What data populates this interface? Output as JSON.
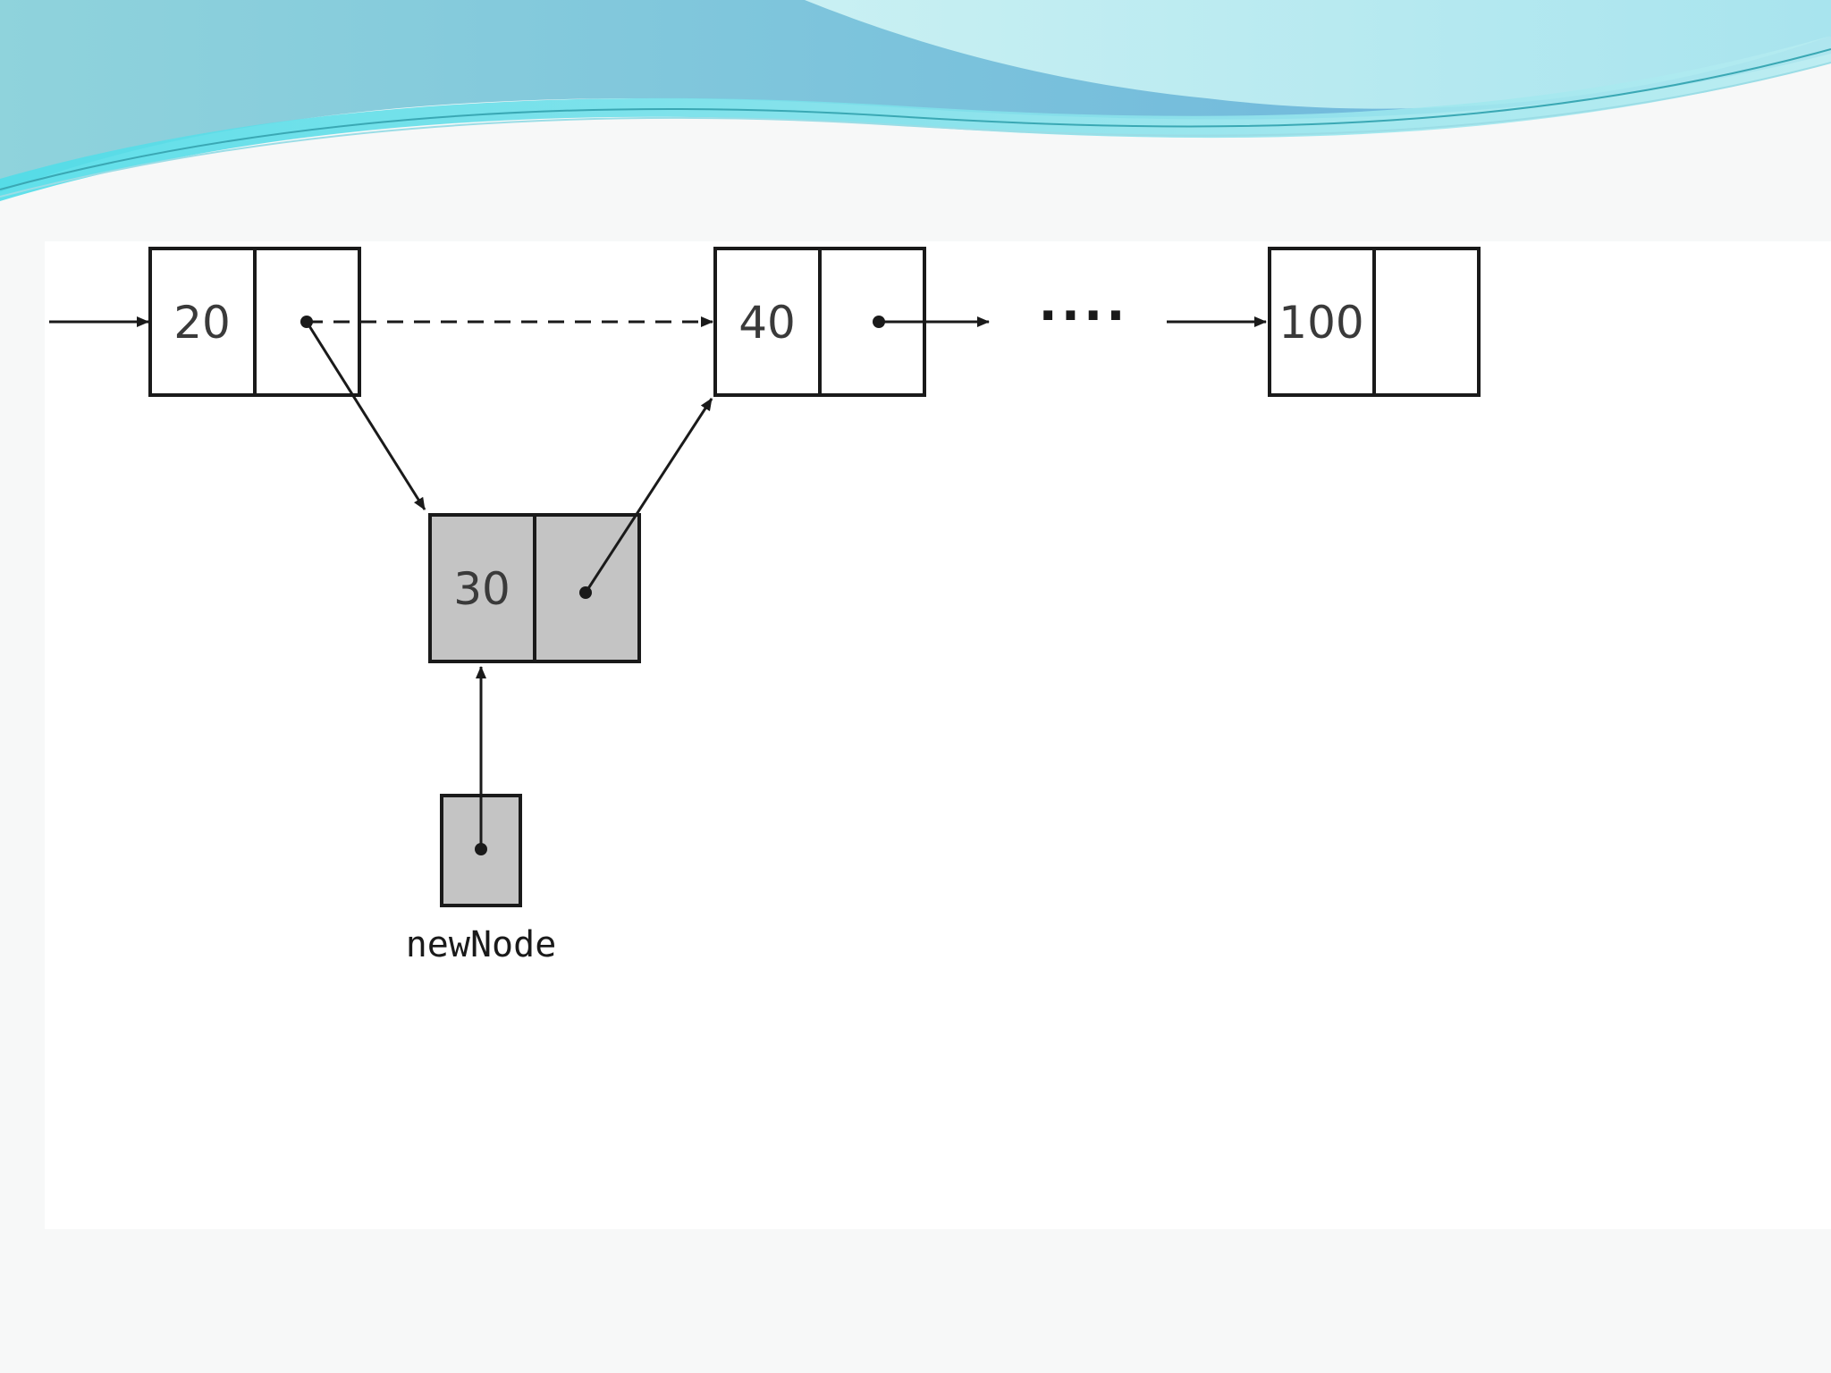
{
  "diagram": {
    "nodes": [
      {
        "id": "node-20",
        "value": "20",
        "highlighted": false
      },
      {
        "id": "node-40",
        "value": "40",
        "highlighted": false
      },
      {
        "id": "node-100",
        "value": "100",
        "highlighted": false
      },
      {
        "id": "node-30",
        "value": "30",
        "highlighted": true
      }
    ],
    "pointer_variable": {
      "label": "newNode"
    },
    "ellipsis": "····",
    "edges": [
      {
        "from": "head",
        "to": "node-20",
        "style": "solid"
      },
      {
        "from": "node-20",
        "to": "node-40",
        "style": "dashed"
      },
      {
        "from": "node-20",
        "to": "node-30",
        "style": "solid"
      },
      {
        "from": "node-30",
        "to": "node-40",
        "style": "solid"
      },
      {
        "from": "node-40",
        "to": "ellipsis",
        "style": "solid"
      },
      {
        "from": "ellipsis",
        "to": "node-100",
        "style": "solid"
      },
      {
        "from": "newNode",
        "to": "node-30",
        "style": "solid"
      }
    ],
    "colors": {
      "node_fill": "#ffffff",
      "highlight_fill": "#c4c4c4",
      "stroke": "#1a1a1a",
      "banner_light": "#bfeff3",
      "banner_mid": "#6fd6e4",
      "banner_dark": "#5aa9d6"
    }
  }
}
